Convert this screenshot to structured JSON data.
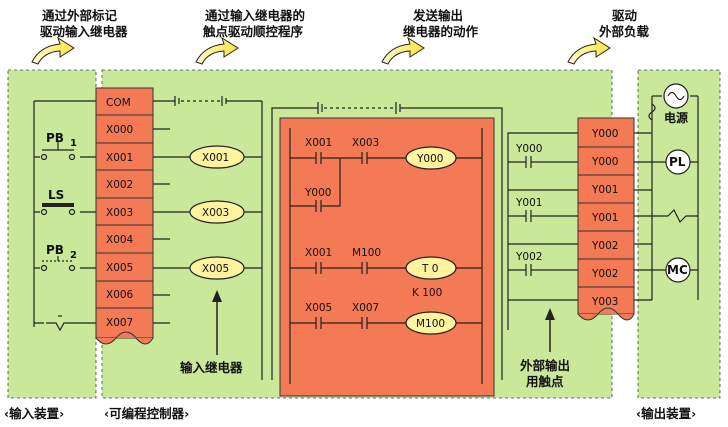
{
  "headers": {
    "h1_line1": "通过外部标记",
    "h1_line2": "驱动输入继电器",
    "h2_line1": "通过输入继电器的",
    "h2_line2": "触点驱动顺控程序",
    "h3_line1": "发送输出",
    "h3_line2": "继电器的动作",
    "h4_line1": "驱动",
    "h4_line2": "外部负载"
  },
  "input_devices": {
    "pb1": "PB",
    "pb1_sub": "1",
    "ls": "LS",
    "pb2": "PB",
    "pb2_sub": "2"
  },
  "input_terminals": [
    "COM",
    "X000",
    "X001",
    "X002",
    "X003",
    "X004",
    "X005",
    "X006",
    "X007"
  ],
  "input_relays": [
    "X001",
    "X003",
    "X005"
  ],
  "program": {
    "r1_c1": "X001",
    "r1_c2": "X003",
    "r1_coil": "Y000",
    "r2_c1": "Y000",
    "r3_c1": "X001",
    "r3_c2": "M100",
    "r3_coil": "T 0",
    "r3_const": "K 100",
    "r4_c1": "X005",
    "r4_c2": "X007",
    "r4_coil": "M100"
  },
  "output_contacts": [
    "Y000",
    "Y001",
    "Y002"
  ],
  "output_terminals": [
    "Y000",
    "Y000",
    "Y001",
    "Y001",
    "Y002",
    "Y002",
    "Y003"
  ],
  "output_devices": {
    "power": "电源",
    "pl": "PL",
    "mc": "MC"
  },
  "captions": {
    "input_relay": "输入继电器",
    "ext_output_line1": "外部输出",
    "ext_output_line2": "用触点"
  },
  "footer": {
    "input_device": "‹输入装置›",
    "plc": "‹可编程控制器›",
    "output_device": "‹输出装置›"
  },
  "colors": {
    "panel_green": "#c9e89a",
    "block_orange": "#f47a55",
    "relay_yellow": "#fff3a0",
    "arrow_yellow": "#ffe94a"
  }
}
